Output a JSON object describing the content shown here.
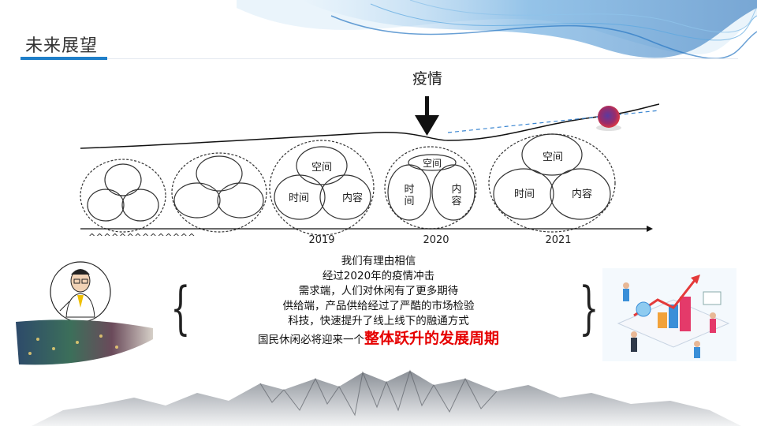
{
  "header": {
    "title": "未来展望"
  },
  "timeline": {
    "event_label": "疫情",
    "years": [
      "2019",
      "2020",
      "2021"
    ],
    "early_marks": "^^^^^^^^^^^^^^",
    "circle_labels": {
      "space": "空间",
      "time": "时间",
      "content": "内容"
    },
    "stacked_2020": {
      "time": [
        "时",
        "间"
      ],
      "content": [
        "内",
        "容"
      ]
    }
  },
  "quote": {
    "lines": [
      "我们有理由相信",
      "经过2020年的疫情冲击",
      "需求端，人们对休闲有了更多期待",
      "供给端，产品供给经过了严酷的市场检验",
      "科技，快速提升了线上线下的融通方式"
    ],
    "last_prefix": "国民休闲必将迎来一个",
    "highlight": "整体跃升的发展周期"
  },
  "colors": {
    "accent": "#1f7fc9",
    "highlight": "#e60000"
  }
}
